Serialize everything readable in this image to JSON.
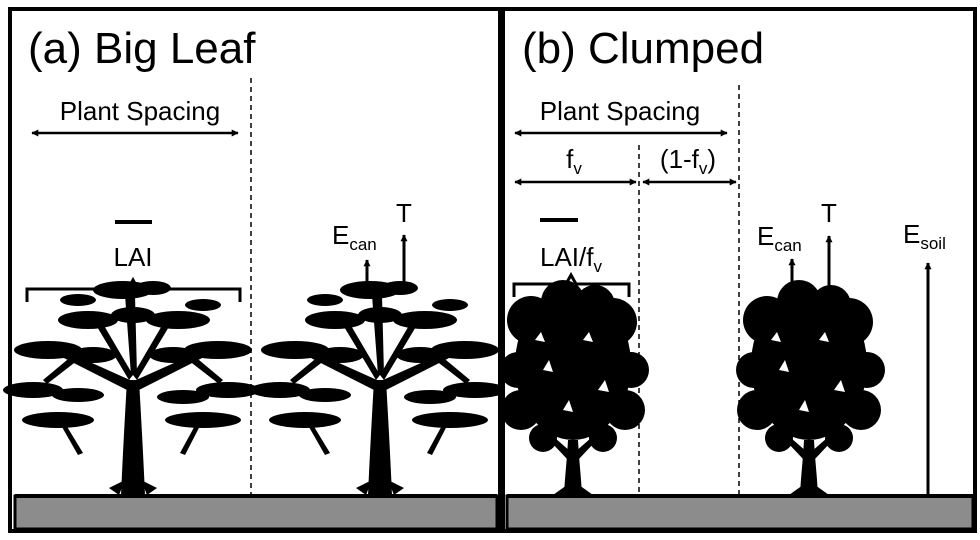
{
  "panels": {
    "a": {
      "title": "(a) Big Leaf",
      "plant_spacing": "Plant Spacing",
      "lai": "LAI",
      "e_main": "E",
      "e_sub": "can",
      "t": "T"
    },
    "b": {
      "title": "(b) Clumped",
      "plant_spacing": "Plant Spacing",
      "fv_main": "f",
      "fv_sub": "v",
      "one_minus_open": "(1-f",
      "one_minus_sub": "v",
      "one_minus_close": ")",
      "lai_main": "LAI/f",
      "lai_sub": "v",
      "e_can_main": "E",
      "e_can_sub": "can",
      "t": "T",
      "e_soil_main": "E",
      "e_soil_sub": "soil"
    }
  },
  "colors": {
    "ground": "#8c8c8c",
    "ink": "#000000",
    "background": "#ffffff"
  },
  "icons": {
    "tree_a": "acacia-tree-icon",
    "tree_b": "round-tree-icon"
  }
}
